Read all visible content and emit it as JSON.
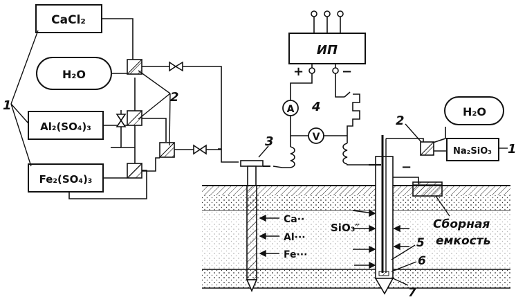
{
  "diagram": {
    "chem": {
      "cacl2": "CaCl₂",
      "h2o_left": "H₂O",
      "al2so43": "Al₂(SO₄)₃",
      "fe2so43": "Fe₂(SO₄)₃",
      "h2o_right": "H₂O",
      "na2sio3": "Na₂SiO₃"
    },
    "power_supply_label": "ИП",
    "ammeter_label": "A",
    "voltmeter_label": "V",
    "plus_sign": "+",
    "minus_sign": "−",
    "electrode_minus_sign": "−",
    "ions": {
      "ca": "Ca··",
      "al": "Al···",
      "fe": "Fe···",
      "sio3": "SiO₃″"
    },
    "collector_text_line1": "Сборная",
    "collector_text_line2": "емкость",
    "numbers": {
      "n1_left": "1",
      "n1_right": "1",
      "n2_left": "2",
      "n2_right": "2",
      "n3": "3",
      "n4": "4",
      "n5": "5",
      "n6": "6",
      "n7": "7"
    }
  }
}
